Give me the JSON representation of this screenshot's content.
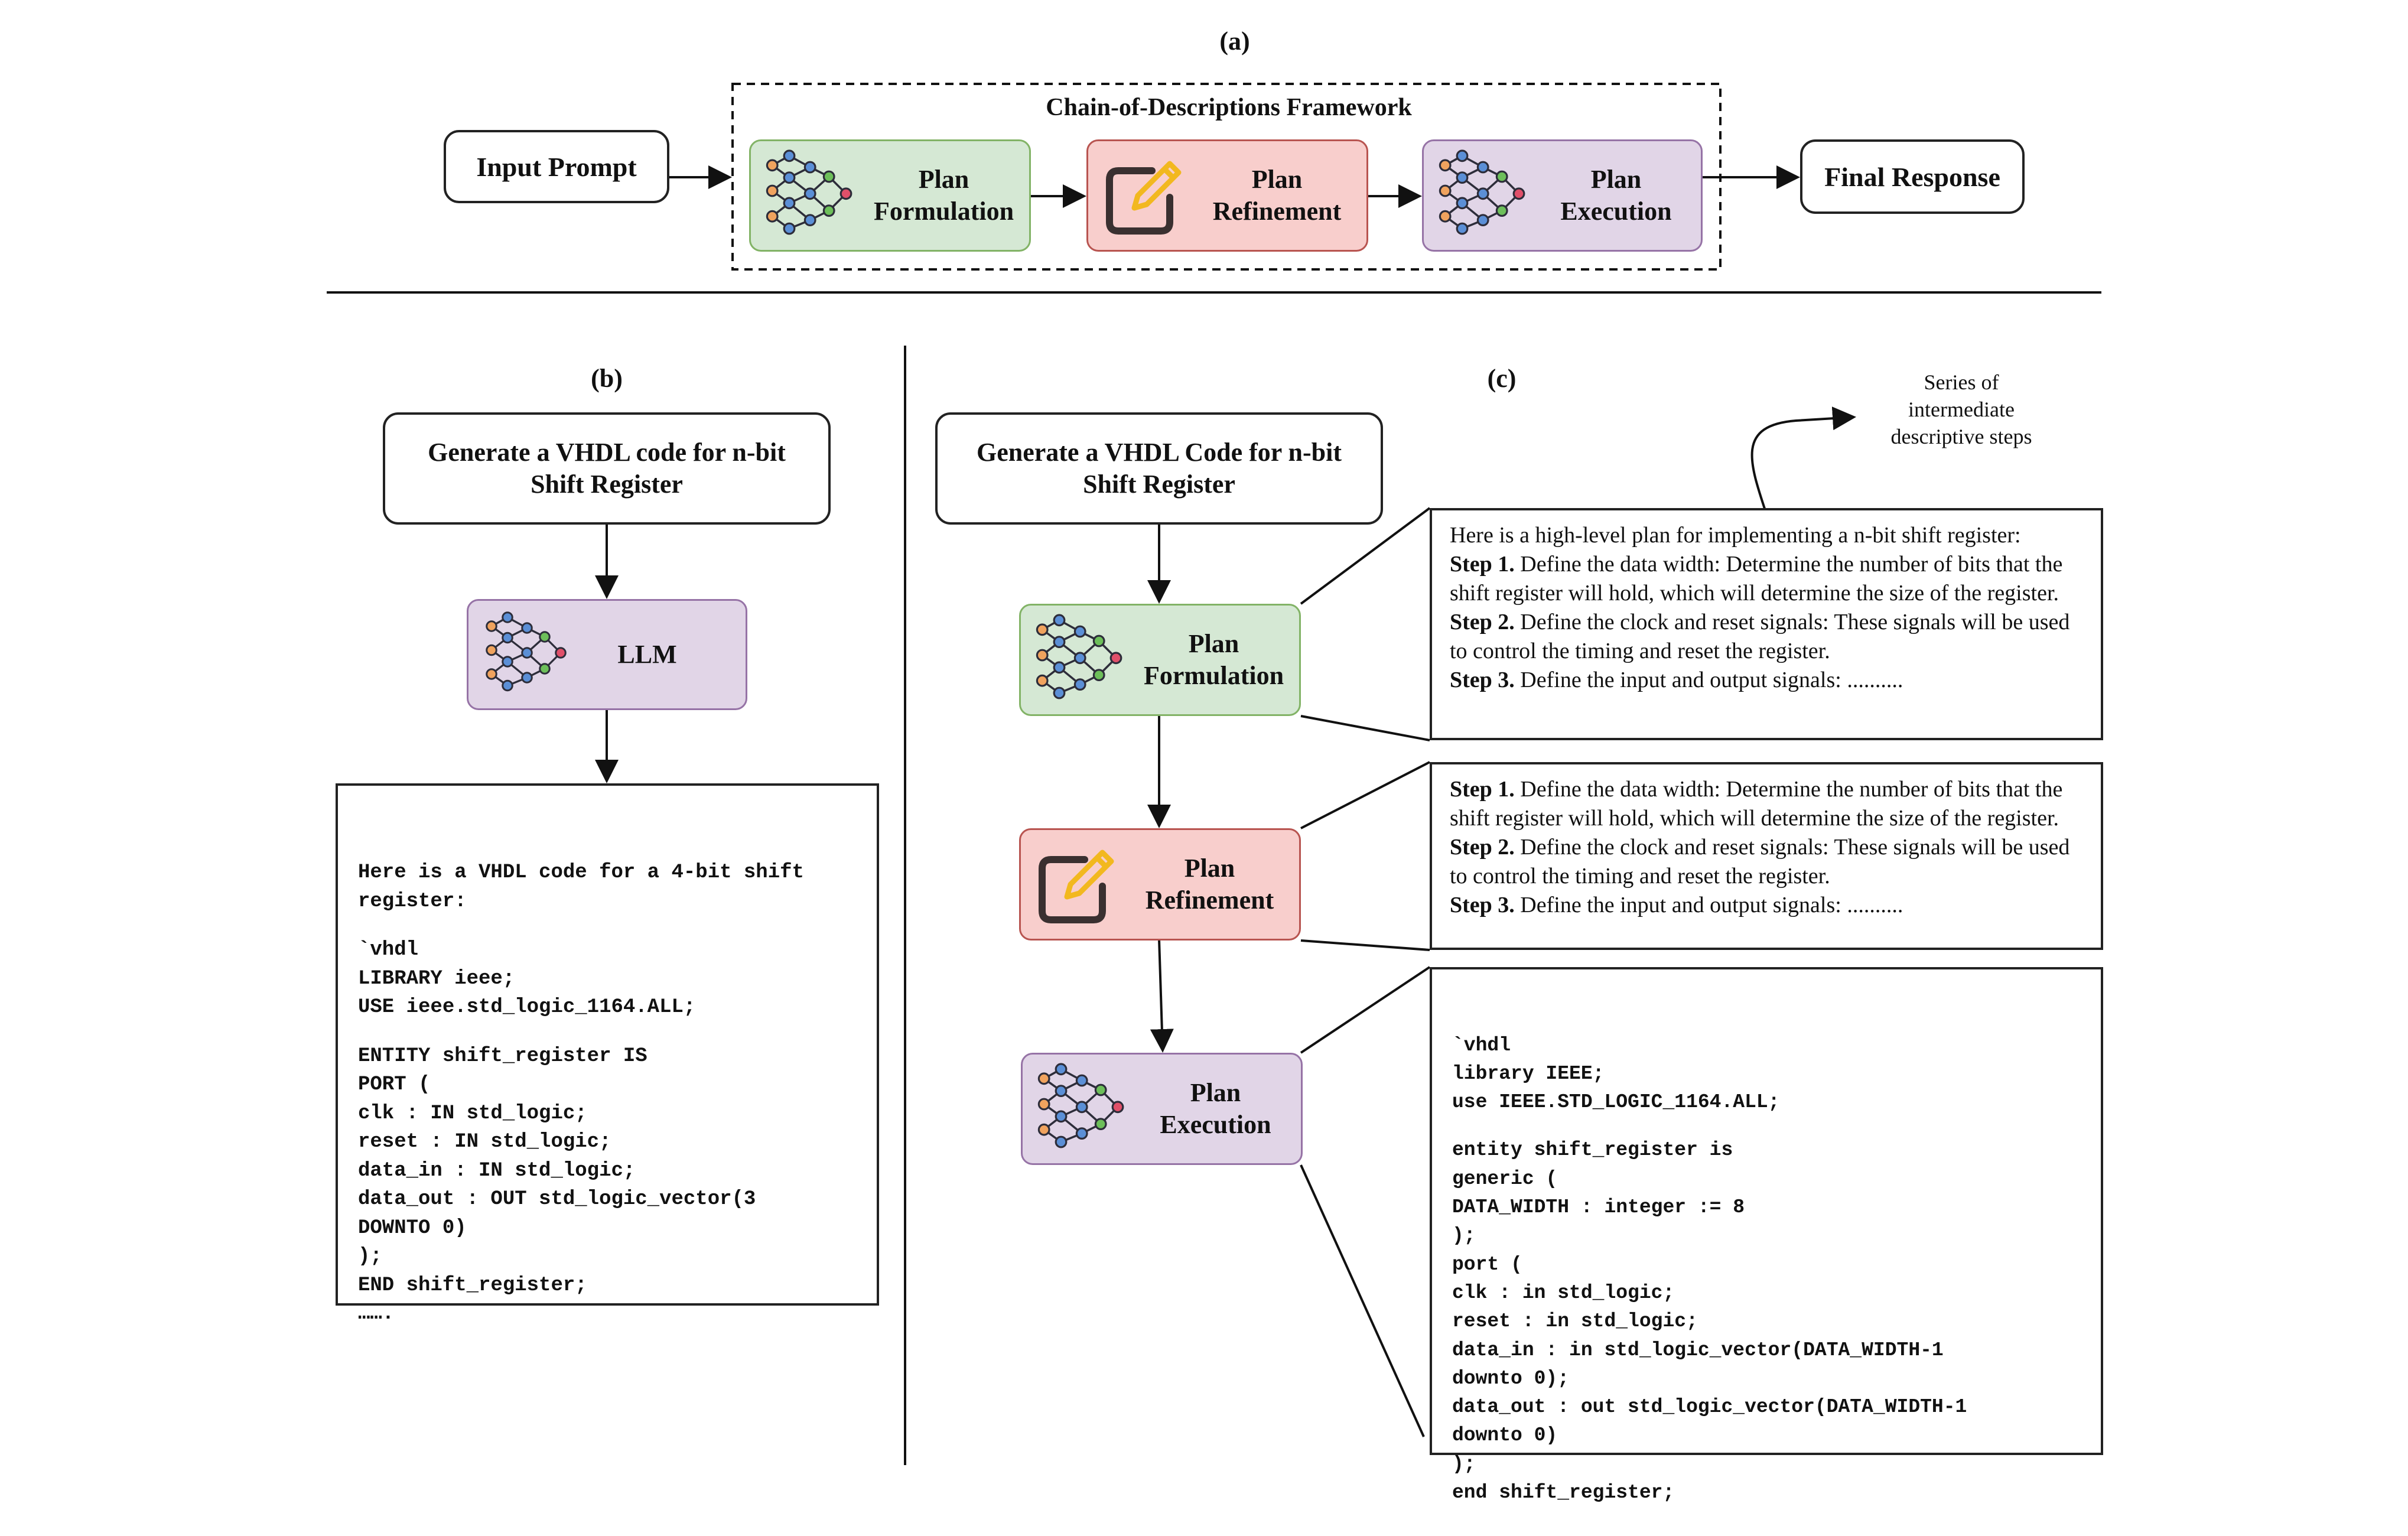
{
  "panel_a": {
    "label": "(a)",
    "framework_title": "Chain-of-Descriptions Framework",
    "input": "Input Prompt",
    "stages": [
      {
        "line1": "Plan",
        "line2": "Formulation",
        "icon": "network-icon"
      },
      {
        "line1": "Plan",
        "line2": "Refinement",
        "icon": "pencil-square-icon"
      },
      {
        "line1": "Plan",
        "line2": "Execution",
        "icon": "network-icon"
      }
    ],
    "output": "Final Response"
  },
  "panel_b": {
    "label": "(b)",
    "prompt": "Generate a VHDL code for n-bit Shift Register",
    "model": "LLM",
    "code_lines": [
      "Here is a VHDL code for a 4-bit shift",
      "register:",
      "",
      "`vhdl",
      "LIBRARY ieee;",
      "USE ieee.std_logic_1164.ALL;",
      "",
      "ENTITY shift_register IS",
      "PORT (",
      "clk : IN std_logic;",
      "reset : IN std_logic;",
      "data_in : IN std_logic;",
      "data_out : OUT std_logic_vector(3",
      "DOWNTO 0)",
      ");",
      "END shift_register;",
      "……."
    ]
  },
  "panel_c": {
    "label": "(c)",
    "prompt": "Generate a VHDL Code for n-bit Shift Register",
    "annotation": [
      "Series of",
      "intermediate",
      "descriptive steps"
    ],
    "stages": [
      {
        "line1": "Plan",
        "line2": "Formulation"
      },
      {
        "line1": "Plan",
        "line2": "Refinement"
      },
      {
        "line1": "Plan",
        "line2": "Execution"
      }
    ],
    "formulation_text": {
      "intro": "Here is a high-level plan for implementing a n-bit shift register:",
      "steps": [
        {
          "label": "Step 1.",
          "text": " Define the data width: Determine the number of bits that the shift register will hold, which will determine the size of the register."
        },
        {
          "label": "Step 2.",
          "text": " Define the clock and reset signals: These signals will be used to control the timing and reset the register."
        },
        {
          "label": "Step 3.",
          "text": " Define the input and output signals: .........."
        }
      ]
    },
    "refinement_text": {
      "steps": [
        {
          "label": "Step 1.",
          "text": " Define the data width: Determine the number of bits that the shift register will hold, which will determine the size of the register."
        },
        {
          "label": "Step 2.",
          "text": " Define the clock and reset signals: These signals will be used to control the timing and reset the register."
        },
        {
          "label": "Step 3.",
          "text": " Define the input and output signals: .........."
        }
      ]
    },
    "execution_code_lines": [
      "`vhdl",
      "library IEEE;",
      "use IEEE.STD_LOGIC_1164.ALL;",
      "",
      "entity shift_register is",
      "generic (",
      "DATA_WIDTH : integer := 8",
      ");",
      "port (",
      "clk : in std_logic;",
      "reset : in std_logic;",
      "data_in : in std_logic_vector(DATA_WIDTH-1",
      "downto 0);",
      "data_out : out std_logic_vector(DATA_WIDTH-1",
      "downto 0)",
      ");",
      "end shift_register;"
    ]
  },
  "colors": {
    "green_fill": "#d5e8d4",
    "green_border": "#82b366",
    "red_fill": "#f8cecc",
    "red_border": "#b85450",
    "purple_fill": "#e1d5e7",
    "purple_border": "#9673a6"
  }
}
